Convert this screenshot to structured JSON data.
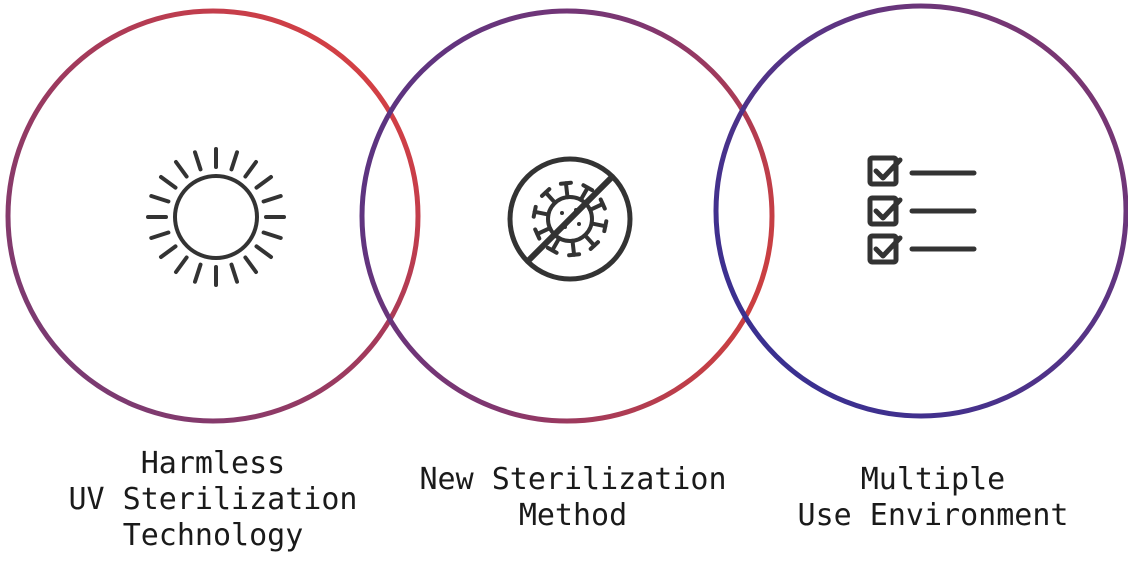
{
  "colors": {
    "ring_red": "#e0403a",
    "ring_purple": "#7a3a78",
    "ring_blue": "#3a3090",
    "icon_stroke": "#333333",
    "caption_text": "#1a1a1a"
  },
  "features": [
    {
      "icon": "sun-icon",
      "lines": [
        "Harmless",
        "UV Sterilization",
        "Technology"
      ]
    },
    {
      "icon": "no-virus-icon",
      "lines": [
        "New Sterilization",
        "Method"
      ]
    },
    {
      "icon": "checklist-icon",
      "lines": [
        "Multiple",
        "Use Environment"
      ]
    }
  ]
}
